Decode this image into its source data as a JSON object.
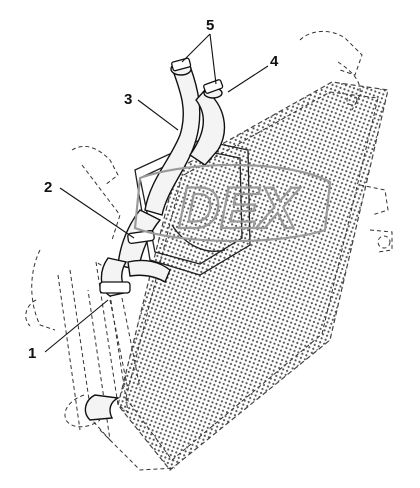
{
  "diagram": {
    "callouts": [
      {
        "label": "1"
      },
      {
        "label": "2"
      },
      {
        "label": "3"
      },
      {
        "label": "4"
      },
      {
        "label": "5"
      }
    ],
    "watermark": "DEX"
  }
}
